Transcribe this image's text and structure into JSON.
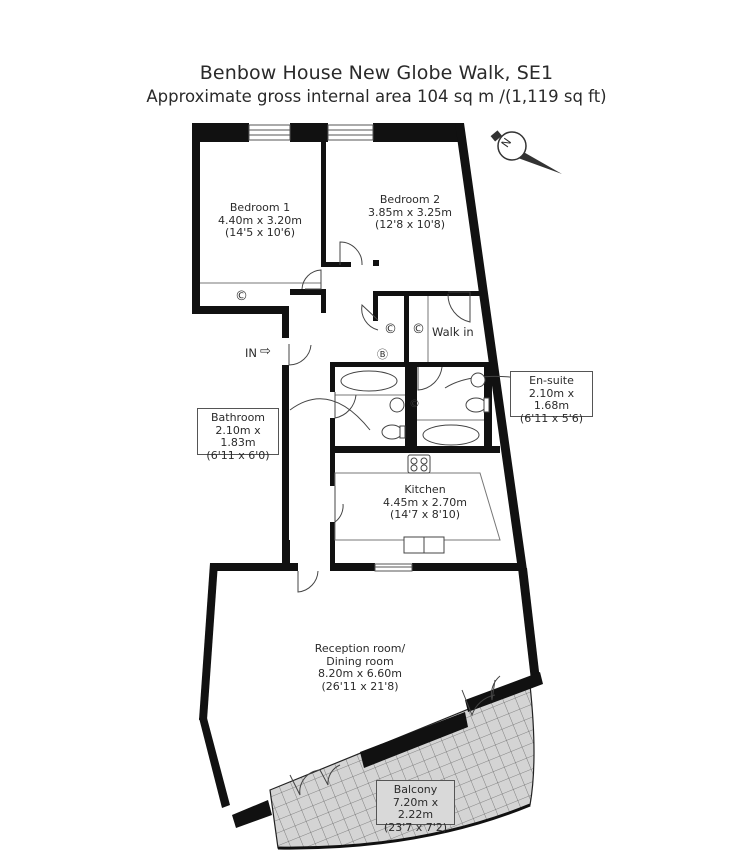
{
  "header": {
    "title": "Benbow House New Globe Walk, SE1",
    "subtitle": "Approximate gross internal area 104 sq m /(1,119 sq ft)"
  },
  "compass": {
    "label": "N",
    "icon": "north-arrow-icon"
  },
  "entrance": {
    "label": "IN",
    "icon": "arrow-right-icon"
  },
  "rooms": [
    {
      "name": "Bedroom 1",
      "metric": "4.40m x 3.20m",
      "imperial": "(14'5 x 10'6)"
    },
    {
      "name": "Bedroom 2",
      "metric": "3.85m x 3.25m",
      "imperial": "(12'8 x 10'8)"
    },
    {
      "name": "Bathroom",
      "metric": "2.10m x 1.83m",
      "imperial": "(6'11 x 6'0)"
    },
    {
      "name": "En-suite",
      "metric": "2.10m x 1.68m",
      "imperial": "(6'11 x 5'6)"
    },
    {
      "name": "Kitchen",
      "metric": "4.45m x 2.70m",
      "imperial": "(14'7 x 8'10)"
    },
    {
      "name": "Reception room/",
      "name2": "Dining room",
      "metric": "8.20m x 6.60m",
      "imperial": "(26'11 x 21'8)"
    },
    {
      "name": "Balcony",
      "metric": "7.20m x 2.22m",
      "imperial": "(23'7 x 7'2)"
    }
  ],
  "storage": {
    "cupboard_symbol": "©",
    "boiler_symbol": "Ⓑ",
    "walk_in_label": "Walk in"
  }
}
